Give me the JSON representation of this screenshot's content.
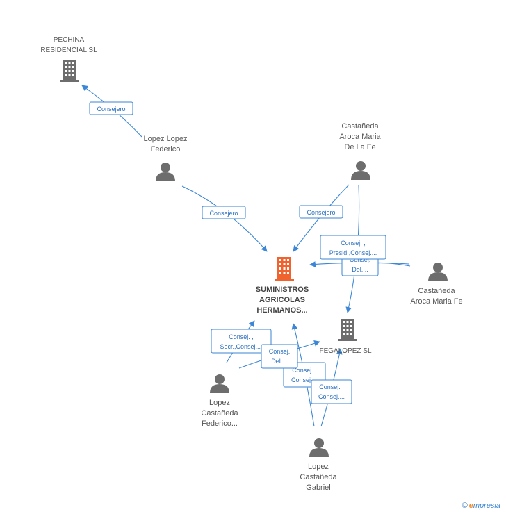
{
  "nodes": {
    "pechina": {
      "lines": [
        "PECHINA",
        "RESIDENCIAL SL"
      ],
      "kind": "company"
    },
    "lopez_lopez": {
      "lines": [
        "Lopez Lopez",
        "Federico"
      ],
      "kind": "person"
    },
    "castaneda_de_la_fe": {
      "lines": [
        "Castañeda",
        "Aroca Maria",
        "De La Fe"
      ],
      "kind": "person"
    },
    "suministros": {
      "lines": [
        "SUMINISTROS",
        "AGRICOLAS",
        "HERMANOS..."
      ],
      "kind": "company-main"
    },
    "castaneda_fe": {
      "lines": [
        "Castañeda",
        "Aroca Maria Fe"
      ],
      "kind": "person"
    },
    "fegalopez": {
      "lines": [
        "FEGALOPEZ SL"
      ],
      "kind": "company"
    },
    "lopez_castaneda_federico": {
      "lines": [
        "Lopez",
        "Castañeda",
        "Federico..."
      ],
      "kind": "person"
    },
    "lopez_castaneda_gabriel": {
      "lines": [
        "Lopez",
        "Castañeda",
        "Gabriel"
      ],
      "kind": "person"
    }
  },
  "edge_labels": {
    "consejero_pechina": [
      "Consejero"
    ],
    "consejero_lopez": [
      "Consejero"
    ],
    "consejero_castaneda": [
      "Consejero"
    ],
    "consej_presid": [
      "Consej. ,",
      "Presid.,Consej...."
    ],
    "consej_del_fe": [
      "Consej.",
      "Del...."
    ],
    "consej_secr": [
      "Consej. ,",
      "Secr.,Consej...."
    ],
    "consej_del_fed": [
      "Consej.",
      "Del...."
    ],
    "consej_consej_a": [
      "Consej. ,",
      "Consej...."
    ],
    "consej_consej_b": [
      "Consej. ,",
      "Consej...."
    ]
  },
  "footer": {
    "copyright": "©",
    "brand_first": "e",
    "brand_rest": "mpresia"
  },
  "colors": {
    "edge": "#3b86d6",
    "icon": "#6d6d6d",
    "main_icon": "#f0622e"
  }
}
